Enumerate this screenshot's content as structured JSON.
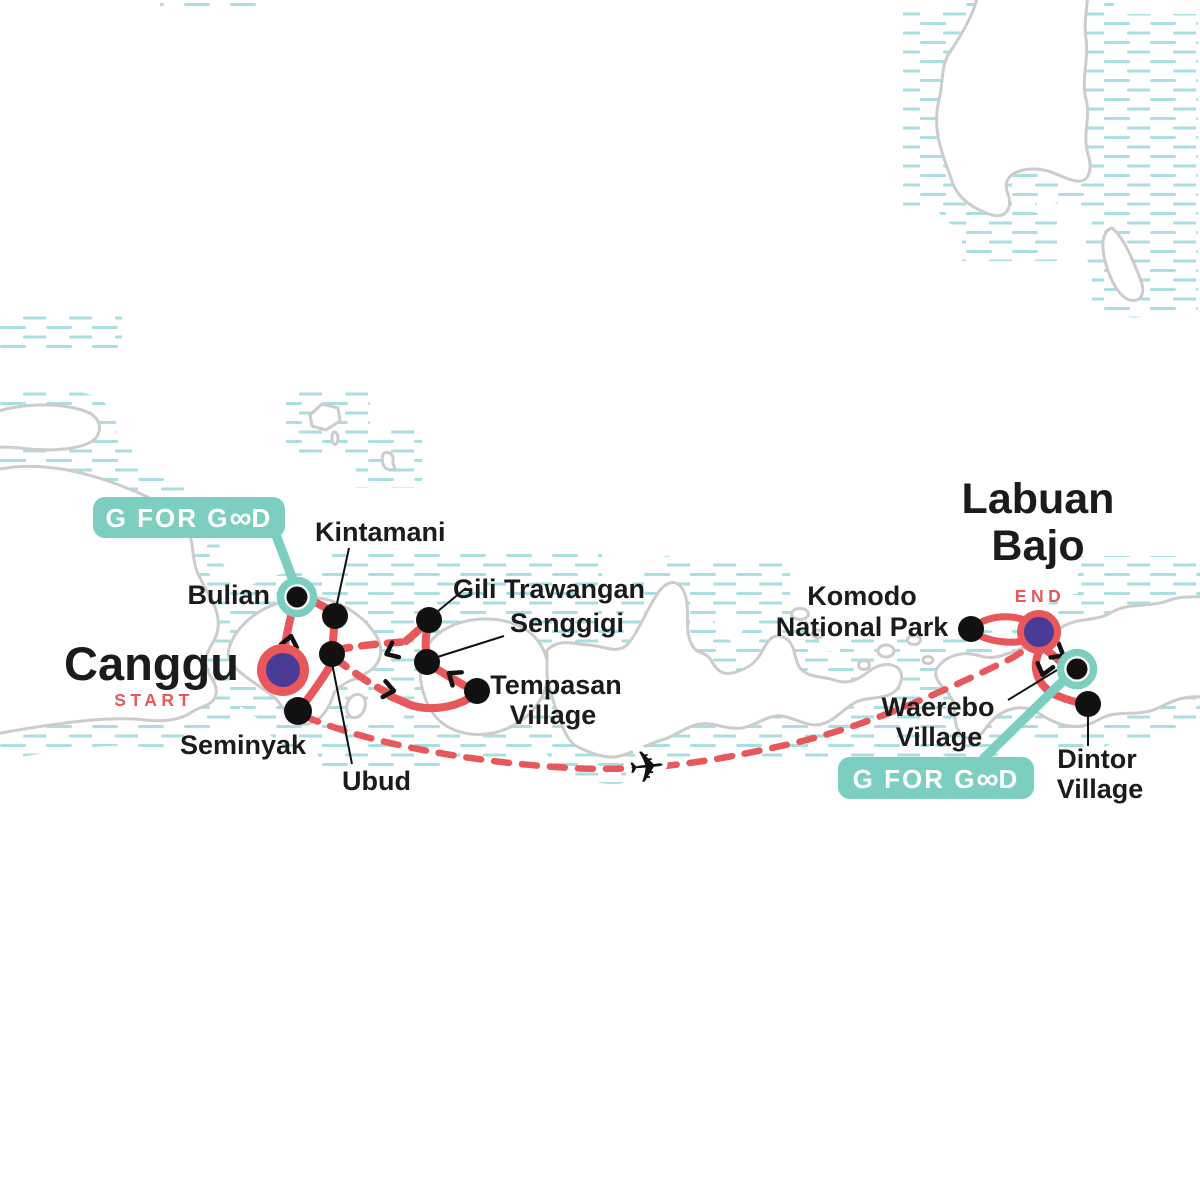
{
  "map": {
    "title_start": {
      "name": "Canggu",
      "tag": "START"
    },
    "title_end": {
      "line1": "Labuan",
      "line2": "Bajo",
      "tag": "END"
    },
    "stops": {
      "bulian": "Bulian",
      "kintamani": "Kintamani",
      "gili_trawangan": "Gili Trawangan",
      "senggigi": "Senggigi",
      "tempasan_line1": "Tempasan",
      "tempasan_line2": "Village",
      "seminyak": "Seminyak",
      "ubud": "Ubud",
      "komodo_line1": "Komodo",
      "komodo_line2": "National Park",
      "waerebo_line1": "Waerebo",
      "waerebo_line2": "Village",
      "dintor_line1": "Dintor",
      "dintor_line2": "Village"
    },
    "badge": {
      "label": "G FOR GOOD",
      "pre": "G FOR G",
      "infinity": "∞",
      "post": "D"
    },
    "icons": {
      "airplane": "✈"
    },
    "colors": {
      "route_red": "#e8575a",
      "good_teal": "#7ccfc0",
      "marker_purple": "#4a3c96",
      "coastline_gray": "#cccccc",
      "water_hatch_teal": "#aadfe2",
      "label_black": "#1b1b1b"
    }
  }
}
